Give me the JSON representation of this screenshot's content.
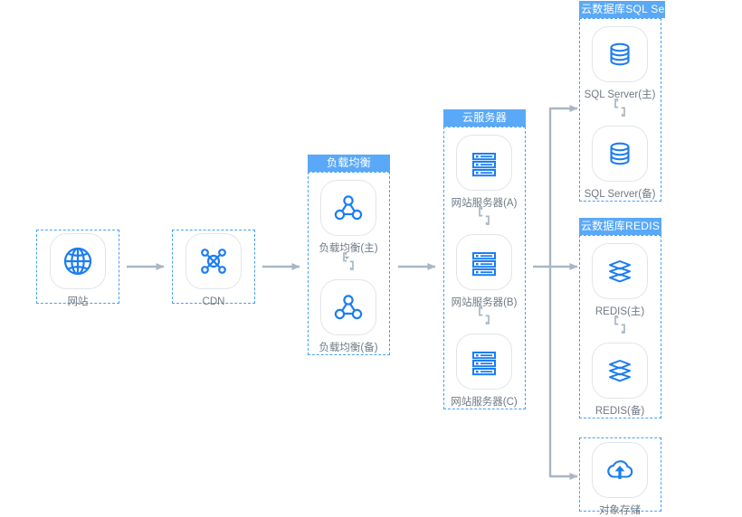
{
  "diagram": {
    "title": "cloud-architecture-topology",
    "colors": {
      "icon_blue": "#1c7df2",
      "group_header_bg": "#5aa9f8",
      "group_border": "#4a9ff5",
      "connector_gray": "#a9b6c3",
      "label_gray": "#707a85",
      "tile_border": "#e2e4e8"
    }
  },
  "nodes": {
    "website": {
      "label": "网站",
      "icon": "globe-icon"
    },
    "cdn": {
      "label": "CDN",
      "icon": "cdn-network-icon"
    },
    "lb_primary": {
      "label": "负载均衡(主)",
      "icon": "load-balancer-icon"
    },
    "lb_standby": {
      "label": "负载均衡(备)",
      "icon": "load-balancer-icon"
    },
    "web_a": {
      "label": "网站服务器(A)",
      "icon": "server-rack-icon"
    },
    "web_b": {
      "label": "网站服务器(B)",
      "icon": "server-rack-icon"
    },
    "web_c": {
      "label": "网站服务器(C)",
      "icon": "server-rack-icon"
    },
    "sql_primary": {
      "label": "SQL Server(主)",
      "icon": "database-cylinder-icon"
    },
    "sql_standby": {
      "label": "SQL Server(备)",
      "icon": "database-cylinder-icon"
    },
    "redis_primary": {
      "label": "REDIS(主)",
      "icon": "redis-layers-icon"
    },
    "redis_standby": {
      "label": "REDIS(备)",
      "icon": "redis-layers-icon"
    },
    "object_storage": {
      "label": "对象存储",
      "icon": "cloud-upload-icon"
    }
  },
  "groups": {
    "load_balancer": {
      "header": "负载均衡"
    },
    "cloud_server": {
      "header": "云服务器"
    },
    "sql_server": {
      "header": "云数据库SQL Server"
    },
    "redis": {
      "header": "云数据库REDIS"
    },
    "object_storage": {
      "header": ""
    }
  }
}
